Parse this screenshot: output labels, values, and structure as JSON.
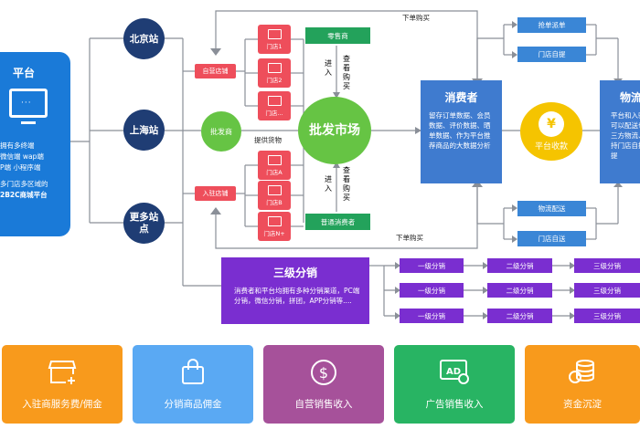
{
  "platform": {
    "title": "平台",
    "line1": "拥有多终端",
    "line2": "微信端  wap端",
    "line3": "P端  小程序端",
    "line4": "多门店多区域的",
    "line5": "2B2C商城平台"
  },
  "cities": [
    "北京站",
    "上海站",
    "更多站点"
  ],
  "self_store_label": "自营店铺",
  "join_store_label": "入驻店铺",
  "self_stores": [
    "门店1",
    "门店2",
    "门店..."
  ],
  "join_stores": [
    "门店A",
    "门店B",
    "门店N+"
  ],
  "wholesaler": "批发商",
  "supply_text": "提供货物",
  "market": "批发市场",
  "retailer": "零售商",
  "consumer_normal": "普通消费者",
  "enter_top": "进入",
  "enter_bottom": "进入",
  "view_buy_top": "查看购买",
  "view_buy_bottom": "查看购买",
  "order_buy_top": "下单购买",
  "order_buy_bottom": "下单购买",
  "consumer": {
    "title": "消费者",
    "desc": "留存订单数据、会员数据、评价数据、晒单数据、作为平台推荐商品的大数据分析"
  },
  "pay": "平台收款",
  "coin_symbol": "¥",
  "logistics": {
    "title": "物流",
    "desc": "平台和入驻商可以配送也可三方物流、支持门店自提自提"
  },
  "top_buttons": [
    "抢单派单",
    "门店自提"
  ],
  "bottom_buttons": [
    "物流配送",
    "门店自送"
  ],
  "fenxiao": {
    "title": "三级分销",
    "desc": "消费者和平台均拥有多种分销渠道，PC端分销，微信分销，拼团，APP分销等...."
  },
  "levels": [
    "一级分销",
    "二级分销",
    "三级分销"
  ],
  "revenue_cards": [
    {
      "label": "入驻商服务费/佣金",
      "color": "#f89a1c",
      "icon": "shop-icon"
    },
    {
      "label": "分销商品佣金",
      "color": "#5aa9f3",
      "icon": "bag-icon"
    },
    {
      "label": "自营销售收入",
      "color": "#a6519a",
      "icon": "dollar-icon"
    },
    {
      "label": "广告销售收入",
      "color": "#28b463",
      "icon": "ad-icon"
    },
    {
      "label": "资金沉淀",
      "color": "#f89a1c",
      "icon": "coins-icon"
    }
  ]
}
